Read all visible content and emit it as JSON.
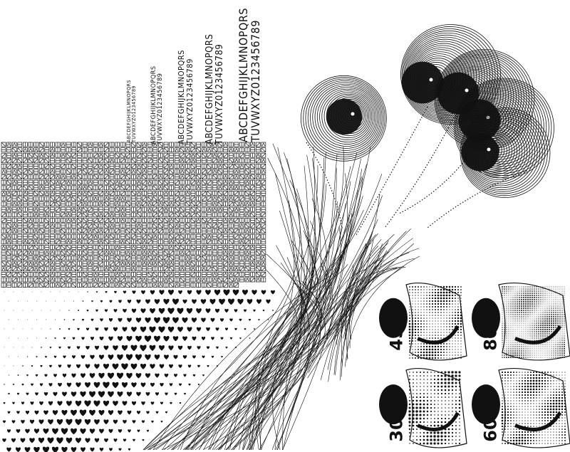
{
  "specimens": {
    "s1": {
      "line1": "ABCDEFGHIJKLMNOPQRS",
      "line2": "TUVWXYZ0123456789"
    },
    "s2": {
      "line1": "ABCDEFGHIJKLMNOPQRS",
      "line2": "TUVWXYZ0123456789"
    },
    "s3": {
      "line1": "ABCDEFGHIJKLMNOPQRS",
      "line2": "TUVWXYZ0123456789"
    },
    "s4": {
      "line1": "ABCDEFGHIJKLMNOPQRS",
      "line2": "TUVWXYZ0123456789"
    },
    "s5": {
      "line1": "ABCDEFGHIJKLMNOPQRS",
      "line2": "TUVWXYZ0123456789"
    }
  },
  "halftone_labels": {
    "top_left": "45",
    "top_right": "80",
    "bottom_left": "30",
    "bottom_right": "60"
  },
  "colors": {
    "ink": "#111111",
    "paper": "#ffffff"
  }
}
